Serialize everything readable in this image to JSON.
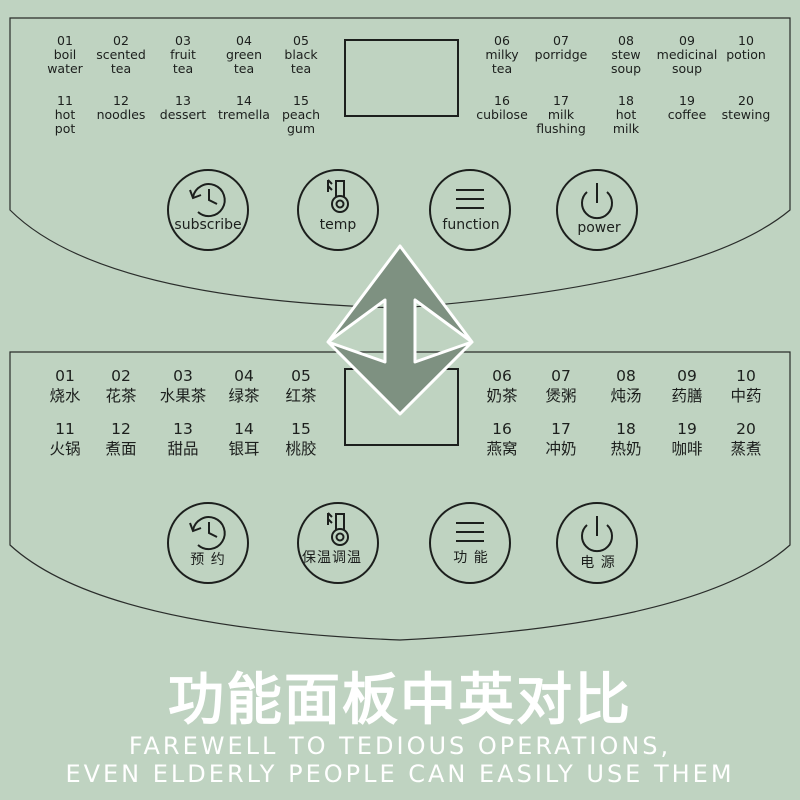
{
  "english_panel": {
    "functions": [
      {
        "num": "01",
        "label": "boil\nwater"
      },
      {
        "num": "02",
        "label": "scented\ntea"
      },
      {
        "num": "03",
        "label": "fruit\ntea"
      },
      {
        "num": "04",
        "label": "green\ntea"
      },
      {
        "num": "05",
        "label": "black\ntea"
      },
      {
        "num": "06",
        "label": "milky\ntea"
      },
      {
        "num": "07",
        "label": "porridge"
      },
      {
        "num": "08",
        "label": "stew\nsoup"
      },
      {
        "num": "09",
        "label": "medicinal\nsoup"
      },
      {
        "num": "10",
        "label": "potion"
      },
      {
        "num": "11",
        "label": "hot\npot"
      },
      {
        "num": "12",
        "label": "noodles"
      },
      {
        "num": "13",
        "label": "dessert"
      },
      {
        "num": "14",
        "label": "tremella"
      },
      {
        "num": "15",
        "label": "peach\ngum"
      },
      {
        "num": "16",
        "label": "cubilose"
      },
      {
        "num": "17",
        "label": "milk\nflushing"
      },
      {
        "num": "18",
        "label": "hot\nmilk"
      },
      {
        "num": "19",
        "label": "coffee"
      },
      {
        "num": "20",
        "label": "stewing"
      }
    ],
    "buttons": {
      "subscribe": "subscribe",
      "temp": "temp",
      "function": "function",
      "power": "power"
    }
  },
  "chinese_panel": {
    "functions": [
      {
        "num": "01",
        "label": "烧水"
      },
      {
        "num": "02",
        "label": "花茶"
      },
      {
        "num": "03",
        "label": "水果茶"
      },
      {
        "num": "04",
        "label": "绿茶"
      },
      {
        "num": "05",
        "label": "红茶"
      },
      {
        "num": "06",
        "label": "奶茶"
      },
      {
        "num": "07",
        "label": "煲粥"
      },
      {
        "num": "08",
        "label": "炖汤"
      },
      {
        "num": "09",
        "label": "药膳"
      },
      {
        "num": "10",
        "label": "中药"
      },
      {
        "num": "11",
        "label": "火锅"
      },
      {
        "num": "12",
        "label": "煮面"
      },
      {
        "num": "13",
        "label": "甜品"
      },
      {
        "num": "14",
        "label": "银耳"
      },
      {
        "num": "15",
        "label": "桃胶"
      },
      {
        "num": "16",
        "label": "燕窝"
      },
      {
        "num": "17",
        "label": "冲奶"
      },
      {
        "num": "18",
        "label": "热奶"
      },
      {
        "num": "19",
        "label": "咖啡"
      },
      {
        "num": "20",
        "label": "蒸煮"
      }
    ],
    "buttons": {
      "subscribe": "预 约",
      "temp": "保温调温",
      "function": "功 能",
      "power": "电 源"
    }
  },
  "headline": "功能面板中英对比",
  "tagline": {
    "line1": "FAREWELL TO TEDIOUS OPERATIONS,",
    "line2": "EVEN ELDERLY PEOPLE CAN EASILY USE THEM"
  },
  "icons": {
    "subscribe": "clock-history-icon",
    "temp": "thermometer-icon",
    "function": "menu-lines-icon",
    "power": "power-icon",
    "center": "double-arrow-icon"
  },
  "colors": {
    "background": "#bfd3c1",
    "arrow": "#7e9181",
    "text": "#1c1f1d",
    "headline": "#ffffff"
  }
}
